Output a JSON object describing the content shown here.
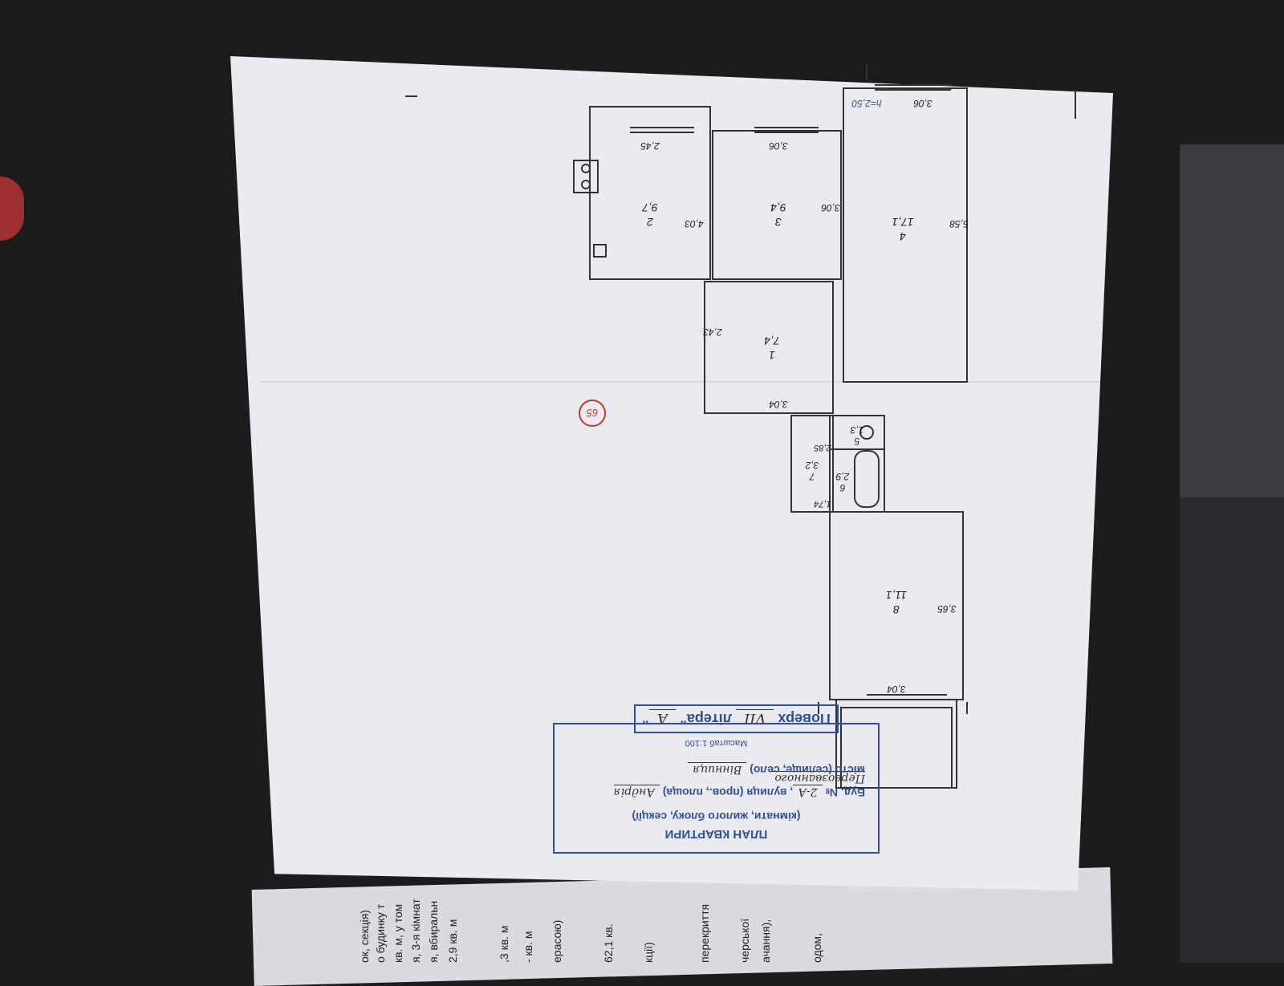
{
  "plan": {
    "title": "ПЛАН КВАРТИРИ",
    "subtitle": "(кімнати, жилого блоку, секції)",
    "building_label": "Буд. №",
    "building_number": "2-А",
    "street_label": ", вулиця (пров., площа)",
    "street_value": "Андрія Первозванного",
    "city_label": "місто (селище, село)",
    "city_value": "Вінниця",
    "scale": "Масштаб 1:100"
  },
  "floor": {
    "prefix": "Поверх",
    "number": "VII",
    "letter_label": "літера\"",
    "letter_value": "А",
    "suffix": "\""
  },
  "apartment_number": "65",
  "rooms": [
    {
      "no": "1",
      "area": "7,4"
    },
    {
      "no": "2",
      "area": "9,7"
    },
    {
      "no": "3",
      "area": "9,4"
    },
    {
      "no": "4",
      "area": "17,1"
    },
    {
      "no": "5",
      "area": "1,3"
    },
    {
      "no": "6",
      "area": "2,9"
    },
    {
      "no": "7",
      "area": "3,2"
    },
    {
      "no": "8",
      "area": "11,1"
    }
  ],
  "dimensions": {
    "d_245": "2,45",
    "d_306a": "3,06",
    "d_306b": "3,06",
    "d_306c": "3,06",
    "d_403": "4,03",
    "d_558": "5,58",
    "d_243": "2,43",
    "d_304a": "3,04",
    "d_285": "2,85",
    "d_174": "1,74",
    "d_365": "3,65",
    "d_304b": "3,04",
    "height": "h=2,50"
  },
  "underlying_page": {
    "lines": [
      "ок, секція)",
      "о будинку т",
      "кв. м, у том",
      "я, 3-я кімнат",
      "я, вбиральн",
      "2,9   кв. м",
      ",3   кв. м",
      "-   кв. м",
      "ерасою)",
      "62,1   кв.",
      "кції)",
      "перекриття",
      "черської",
      "ачання),",
      "одом,"
    ]
  }
}
